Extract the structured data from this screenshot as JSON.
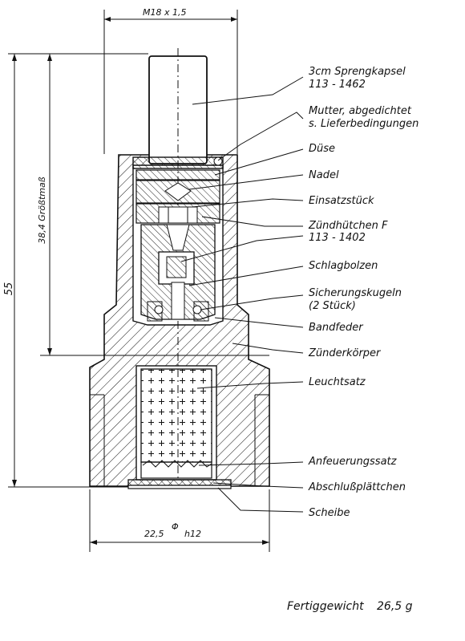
{
  "dimensions": {
    "thread": "M18 x 1,5",
    "diameter": "22,5",
    "diameter_symbol": "Φ",
    "tolerance": "h12",
    "height_total": "55",
    "height_max": "38,4 Größtmaß"
  },
  "labels": [
    "3cm Sprengkapsel",
    "113 - 1462",
    "Mutter, abgedichtet",
    "s. Lieferbedingungen",
    "Düse",
    "Nadel",
    "Einsatzstück",
    "Zündhütchen F",
    "113 - 1402",
    "Schlagbolzen",
    "Sicherungskugeln",
    "(2 Stück)",
    "Bandfeder",
    "Zünderkörper",
    "Leuchtsatz",
    "Anfeuerungssatz",
    "Abschlußplättchen",
    "Scheibe"
  ],
  "footer": {
    "weight_label": "Fertiggewicht",
    "weight_value": "26,5 g"
  }
}
